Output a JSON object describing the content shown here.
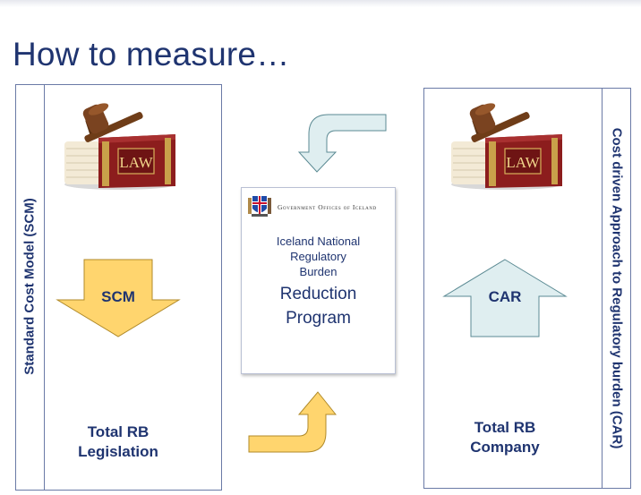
{
  "slide": {
    "title": "How to measure…",
    "left_panel": {
      "vertical_label": "Standard Cost Model (SCM)",
      "arrow_label": "SCM",
      "result_line1": "Total RB",
      "result_line2": "Legislation"
    },
    "right_panel": {
      "vertical_label": "Cost driven Approach to Regulatory burden (CAR)",
      "arrow_label": "CAR",
      "result_line1": "Total RB",
      "result_line2": "Company"
    },
    "center_card": {
      "org": "Government Offices of Iceland",
      "line1": "Iceland National",
      "line2": "Regulatory",
      "line3": "Burden",
      "line4": "Reduction",
      "line5": "Program"
    },
    "book_label": "LAW"
  },
  "colors": {
    "title": "#1f3470",
    "scm_arrow": "#ffd56e",
    "car_arrow": "#dfeef0",
    "book_red": "#8c1d1d",
    "panel_border": "#6a7aa6"
  }
}
